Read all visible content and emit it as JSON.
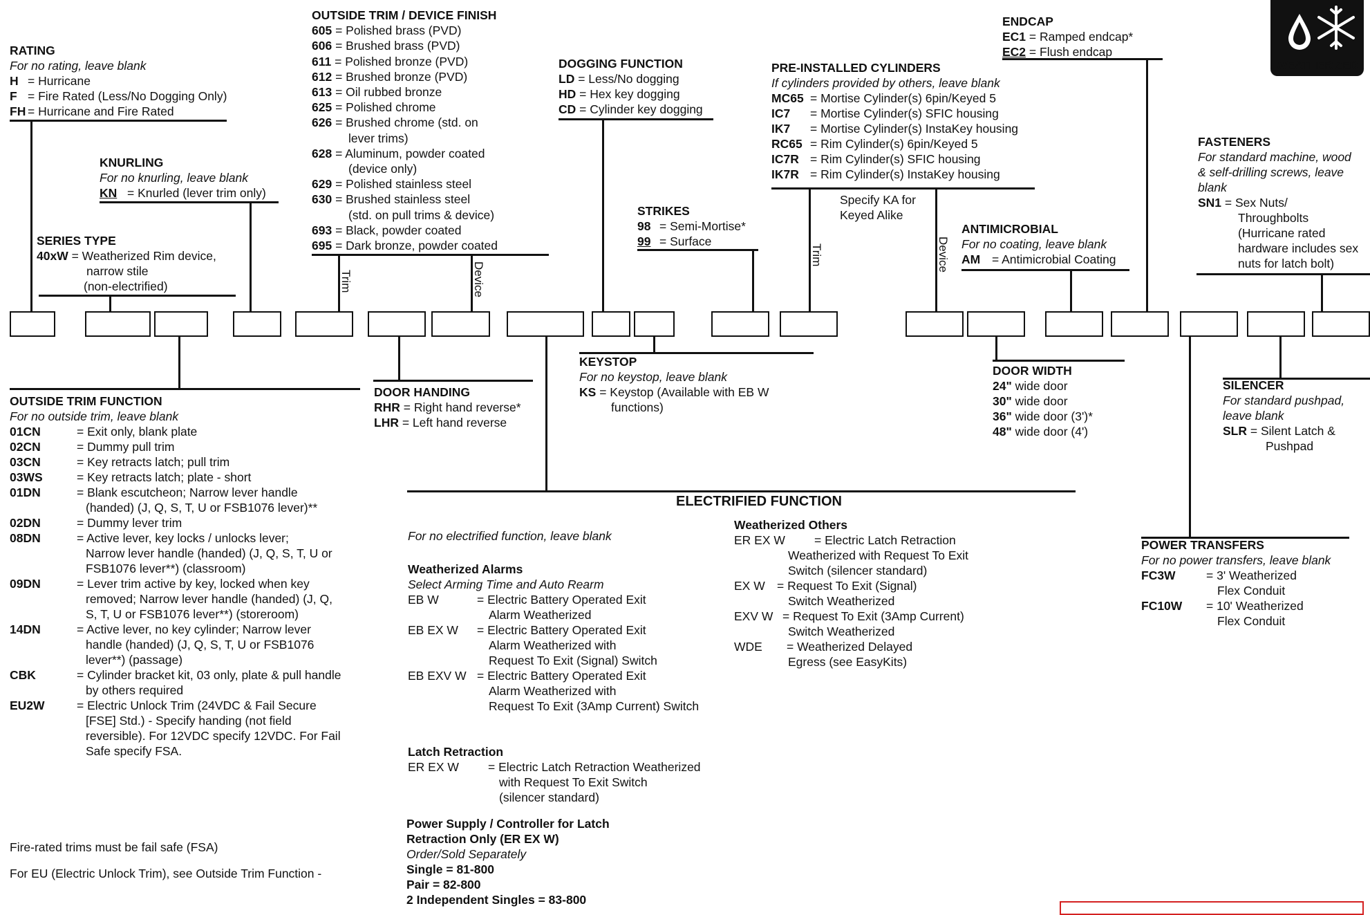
{
  "rating": {
    "title": "RATING",
    "note": "For no rating, leave blank",
    "items": [
      {
        "code": "H",
        "desc": "= Hurricane"
      },
      {
        "code": "F",
        "desc": "= Fire Rated (Less/No Dogging Only)"
      },
      {
        "code": "FH",
        "desc": "= Hurricane and Fire Rated"
      }
    ]
  },
  "knurling": {
    "title": "KNURLING",
    "note": "For no knurling, leave blank",
    "code": "KN",
    "desc": "= Knurled (lever trim only)"
  },
  "series_type": {
    "title": "SERIES TYPE",
    "code": "40xW",
    "desc1": "= Weatherized Rim device,",
    "desc2": "narrow stile",
    "desc3": "(non-electrified)"
  },
  "finish": {
    "title": "OUTSIDE TRIM / DEVICE FINISH",
    "items": [
      {
        "code": "605",
        "desc": "= Polished brass (PVD)"
      },
      {
        "code": "606",
        "desc": "= Brushed brass (PVD)"
      },
      {
        "code": "611",
        "desc": "= Polished bronze (PVD)"
      },
      {
        "code": "612",
        "desc": "= Brushed bronze (PVD)"
      },
      {
        "code": "613",
        "desc": "= Oil rubbed bronze"
      },
      {
        "code": "625",
        "desc": "= Polished chrome"
      },
      {
        "code": "626",
        "desc": "= Brushed chrome (std. on",
        "desc2": "lever trims)"
      },
      {
        "code": "628",
        "desc": "= Aluminum, powder coated",
        "desc2": "(device only)"
      },
      {
        "code": "629",
        "desc": "= Polished stainless steel"
      },
      {
        "code": "630",
        "desc": "= Brushed stainless steel",
        "desc2": "(std. on pull trims & device)"
      },
      {
        "code": "693",
        "desc": "= Black, powder coated"
      },
      {
        "code": "695",
        "desc": "= Dark bronze, powder coated"
      }
    ],
    "trim_label": "Trim",
    "device_label": "Device"
  },
  "dogging": {
    "title": "DOGGING FUNCTION",
    "items": [
      {
        "code": "LD",
        "desc": "= Less/No dogging"
      },
      {
        "code": "HD",
        "desc": "= Hex key dogging"
      },
      {
        "code": "CD",
        "desc": "= Cylinder key dogging"
      }
    ]
  },
  "strikes": {
    "title": "STRIKES",
    "items": [
      {
        "code": "98",
        "desc": "= Semi-Mortise*"
      },
      {
        "code": "99",
        "desc": "= Surface"
      }
    ]
  },
  "cylinders": {
    "title": "PRE-INSTALLED CYLINDERS",
    "note": "If cylinders provided by others, leave blank",
    "items": [
      {
        "code": "MC65",
        "desc": "= Mortise Cylinder(s) 6pin/Keyed 5"
      },
      {
        "code": "IC7",
        "desc": "= Mortise Cylinder(s) SFIC housing"
      },
      {
        "code": "IK7",
        "desc": "= Mortise Cylinder(s) InstaKey housing"
      },
      {
        "code": "RC65",
        "desc": "= Rim Cylinder(s) 6pin/Keyed 5"
      },
      {
        "code": "IC7R",
        "desc": "= Rim Cylinder(s) SFIC housing"
      },
      {
        "code": "IK7R",
        "desc": "= Rim Cylinder(s) InstaKey housing"
      }
    ],
    "ka_note1": "Specify KA for",
    "ka_note2": "Keyed Alike",
    "trim_label": "Trim",
    "device_label": "Device"
  },
  "endcap": {
    "title": "ENDCAP",
    "items": [
      {
        "code": "EC1",
        "desc": "= Ramped endcap*"
      },
      {
        "code": "EC2",
        "desc": "= Flush endcap"
      }
    ]
  },
  "logo": {
    "text": "WEATHERIZED"
  },
  "antimicrobial": {
    "title": "ANTIMICROBIAL",
    "note": "For no coating, leave blank",
    "code": "AM",
    "desc": "= Antimicrobial Coating"
  },
  "fasteners": {
    "title": "FASTENERS",
    "note1": "For standard machine, wood",
    "note2": "& self-drilling screws, leave",
    "note3": "blank",
    "code": "SN1",
    "desc1": "= Sex Nuts/",
    "desc2": "Throughbolts",
    "desc3": "(Hurricane rated",
    "desc4": "hardware includes sex",
    "desc5": "nuts for latch bolt)"
  },
  "trim_function": {
    "title": "OUTSIDE TRIM FUNCTION",
    "note": "For no outside trim, leave blank",
    "items": [
      {
        "code": "01CN",
        "lines": [
          "= Exit only, blank plate"
        ]
      },
      {
        "code": "02CN",
        "lines": [
          "= Dummy pull trim"
        ]
      },
      {
        "code": "03CN",
        "lines": [
          "= Key retracts latch; pull trim"
        ]
      },
      {
        "code": "03WS",
        "lines": [
          "= Key retracts latch; plate - short"
        ]
      },
      {
        "code": "01DN",
        "lines": [
          "= Blank escutcheon; Narrow lever handle",
          "(handed) (J, Q, S, T, U or FSB1076 lever)**"
        ]
      },
      {
        "code": "02DN",
        "lines": [
          "= Dummy lever trim"
        ]
      },
      {
        "code": "08DN",
        "lines": [
          "= Active lever, key locks / unlocks lever;",
          "Narrow lever handle (handed) (J, Q, S, T, U or",
          "FSB1076 lever**) (classroom)"
        ]
      },
      {
        "code": "09DN",
        "lines": [
          "= Lever trim active by key, locked when key",
          "removed; Narrow lever handle (handed) (J, Q,",
          "S, T, U or FSB1076 lever**) (storeroom)"
        ]
      },
      {
        "code": "14DN",
        "lines": [
          "= Active lever, no key cylinder; Narrow lever",
          "handle (handed) (J, Q, S, T, U or FSB1076",
          "lever**) (passage)"
        ]
      },
      {
        "code": "CBK",
        "lines": [
          "= Cylinder bracket kit, 03 only, plate & pull handle",
          "by others required"
        ]
      },
      {
        "code": "EU2W",
        "lines": [
          "= Electric Unlock Trim (24VDC & Fail Secure",
          "[FSE] Std.) - Specify handing (not field",
          "reversible). For 12VDC specify 12VDC. For Fail",
          "Safe specify FSA."
        ]
      }
    ],
    "footnote1": "Fire-rated trims must be fail safe (FSA)",
    "footnote2": "For EU (Electric Unlock Trim), see Outside Trim Function -"
  },
  "door_handing": {
    "title": "DOOR HANDING",
    "items": [
      {
        "code": "RHR",
        "desc": "= Right hand reverse*"
      },
      {
        "code": "LHR",
        "desc": "= Left hand reverse"
      }
    ]
  },
  "keystop": {
    "title": "KEYSTOP",
    "note": "For no keystop, leave blank",
    "code": "KS",
    "desc1": "= Keystop (Available with EB W",
    "desc2": "functions)"
  },
  "door_width": {
    "title": "DOOR WIDTH",
    "items": [
      {
        "code": "24\"",
        "desc": "wide door"
      },
      {
        "code": "30\"",
        "desc": "wide door"
      },
      {
        "code": "36\"",
        "desc": "wide door (3')*"
      },
      {
        "code": "48\"",
        "desc": "wide door (4')"
      }
    ]
  },
  "silencer": {
    "title": "SILENCER",
    "note1": "For standard pushpad,",
    "note2": "leave blank",
    "code": "SLR",
    "desc1": "= Silent Latch &",
    "desc2": "Pushpad"
  },
  "electrified": {
    "title": "ELECTRIFIED FUNCTION",
    "note": "For no electrified function, leave blank",
    "alarms_title": "Weatherized Alarms",
    "alarms_note": "Select Arming Time and Auto Rearm",
    "alarms": [
      {
        "code": "EB W",
        "lines": [
          "= Electric Battery Operated Exit",
          "Alarm Weatherized"
        ]
      },
      {
        "code": "EB EX W",
        "lines": [
          "= Electric Battery Operated Exit",
          "Alarm Weatherized with",
          "Request To Exit (Signal) Switch"
        ]
      },
      {
        "code": "EB EXV W",
        "lines": [
          "= Electric Battery Operated Exit",
          "Alarm Weatherized with",
          "Request To Exit (3Amp Current) Switch"
        ]
      }
    ],
    "latch_title": "Latch Retraction",
    "latch_code": "ER EX W",
    "latch_lines": [
      "= Electric Latch Retraction Weatherized",
      "with Request To Exit Switch",
      "(silencer standard)"
    ],
    "power_title1": "Power Supply / Controller for Latch",
    "power_title2": "Retraction Only (ER EX W)",
    "power_note": "Order/Sold Separately",
    "power_items": [
      "Single = 81-800",
      "Pair = 82-800",
      "2 Independent Singles = 83-800"
    ],
    "others_title": "Weatherized Others",
    "others": [
      {
        "code": "ER EX W",
        "lines": [
          "= Electric Latch Retraction",
          "Weatherized with Request To Exit",
          "Switch (silencer standard)"
        ]
      },
      {
        "code": "EX W",
        "lines": [
          "= Request To Exit (Signal)",
          "Switch Weatherized"
        ]
      },
      {
        "code": "EXV W",
        "lines": [
          "= Request To Exit (3Amp Current)",
          "Switch Weatherized"
        ]
      },
      {
        "code": "WDE",
        "lines": [
          "= Weatherized Delayed",
          "Egress (see EasyKits)"
        ]
      }
    ]
  },
  "power_transfers": {
    "title": "POWER TRANSFERS",
    "note": "For no power transfers, leave blank",
    "items": [
      {
        "code": "FC3W",
        "desc1": "= 3' Weatherized",
        "desc2": "Flex Conduit"
      },
      {
        "code": "FC10W",
        "desc1": "= 10' Weatherized",
        "desc2": "Flex Conduit"
      }
    ]
  },
  "colors": {
    "ink": "#111111",
    "notice_border": "#d42020"
  }
}
